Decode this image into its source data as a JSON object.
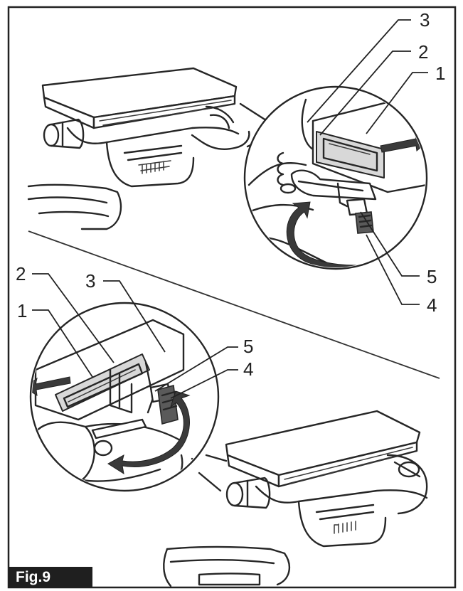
{
  "figure": {
    "label": "Fig.9",
    "top_callouts": [
      "3",
      "2",
      "1",
      "5",
      "4"
    ],
    "bottom_callouts": [
      "2",
      "3",
      "1",
      "5",
      "4"
    ]
  },
  "colors": {
    "line": "#262626",
    "label_background": "#1f1f1f",
    "label_text": "#ffffff"
  }
}
